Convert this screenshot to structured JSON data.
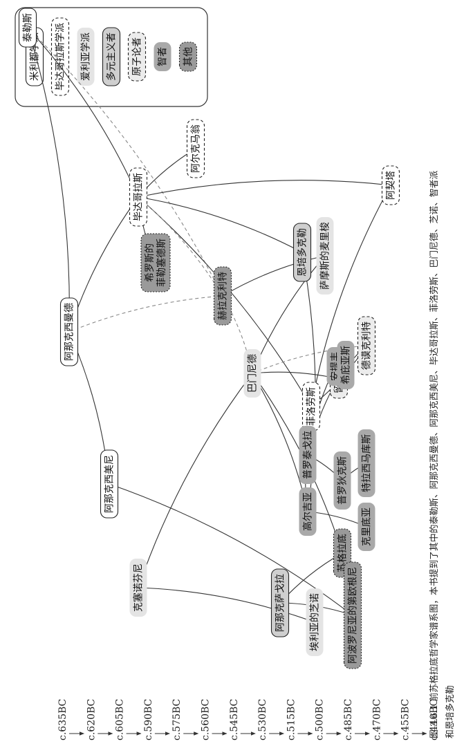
{
  "timeline": [
    "c.635BC",
    "c.620BC",
    "c.605BC",
    "c.590BC",
    "c.575BC",
    "c.560BC",
    "c.545BC",
    "c.530BC",
    "c.515BC",
    "c.500BC",
    "c.485BC",
    "c.470BC",
    "c.455BC",
    "c.440BC"
  ],
  "legend": [
    {
      "label": "米利都学派",
      "style": "milesian"
    },
    {
      "label": "毕达哥拉斯学派",
      "style": "pythagorean"
    },
    {
      "label": "爱利亚学派",
      "style": "eleatic"
    },
    {
      "label": "多元主义者",
      "style": "pluralist"
    },
    {
      "label": "原子论者",
      "style": "atomist"
    },
    {
      "label": "智者",
      "style": "sophist"
    },
    {
      "label": "其他",
      "style": "other"
    }
  ],
  "philosophers": [
    {
      "id": "thales",
      "label": "泰勒斯",
      "style": "milesian"
    },
    {
      "id": "anaximander",
      "label": "阿那克西曼德",
      "style": "milesian"
    },
    {
      "id": "anaximenes",
      "label": "阿那克西美尼",
      "style": "milesian"
    },
    {
      "id": "pythagoras",
      "label": "毕达哥拉斯",
      "style": "pythagorean"
    },
    {
      "id": "pherecydes",
      "label": "希罗斯的\n菲勒塞德斯",
      "style": "other"
    },
    {
      "id": "alcmaeon",
      "label": "阿尔克马翁",
      "style": "pythagorean"
    },
    {
      "id": "heraclitus",
      "label": "赫拉克利特",
      "style": "other"
    },
    {
      "id": "xenophanes",
      "label": "克塞诺芬尼",
      "style": "eleatic"
    },
    {
      "id": "parmenides",
      "label": "巴门尼德",
      "style": "eleatic"
    },
    {
      "id": "zeno",
      "label": "埃利亚的芝诺",
      "style": "eleatic"
    },
    {
      "id": "melissus",
      "label": "萨摩斯的麦里梭",
      "style": "eleatic"
    },
    {
      "id": "empedocles",
      "label": "恩培多克勒",
      "style": "pluralist"
    },
    {
      "id": "anaxagoras",
      "label": "阿那克萨戈拉",
      "style": "pluralist"
    },
    {
      "id": "philolaus",
      "label": "菲洛劳斯",
      "style": "pythagorean"
    },
    {
      "id": "archytas",
      "label": "阿契塔",
      "style": "pythagorean"
    },
    {
      "id": "leucippus",
      "label": "留基伯",
      "style": "atomist"
    },
    {
      "id": "democritus",
      "label": "德谟克利特",
      "style": "atomist"
    },
    {
      "id": "gorgias",
      "label": "高尔吉亚",
      "style": "sophist"
    },
    {
      "id": "protagoras",
      "label": "普罗泰戈拉",
      "style": "sophist"
    },
    {
      "id": "antiphon",
      "label": "安提丰",
      "style": "sophist"
    },
    {
      "id": "hippias",
      "label": "希庇亚斯",
      "style": "sophist"
    },
    {
      "id": "prodicus",
      "label": "普罗狄克斯",
      "style": "sophist"
    },
    {
      "id": "thrasymachus",
      "label": "特拉西马库斯",
      "style": "sophist"
    },
    {
      "id": "critias",
      "label": "克里底亚",
      "style": "sophist"
    },
    {
      "id": "socrates",
      "label": "苏格拉底",
      "style": "other"
    },
    {
      "id": "diogenes",
      "label": "阿波罗尼亚的第欧根尼",
      "style": "other"
    }
  ],
  "relations": [
    {
      "from": "thales",
      "to": "anaximander",
      "kind": "solid"
    },
    {
      "from": "thales",
      "to": "pythagoras",
      "kind": "solid"
    },
    {
      "from": "thales",
      "to": "heraclitus",
      "kind": "dashed"
    },
    {
      "from": "anaximander",
      "to": "anaximenes",
      "kind": "solid"
    },
    {
      "from": "anaximander",
      "to": "pythagoras",
      "kind": "solid"
    },
    {
      "from": "anaximander",
      "to": "heraclitus",
      "kind": "dashed"
    },
    {
      "from": "anaximenes",
      "to": "diogenes",
      "kind": "solid"
    },
    {
      "from": "pherecydes",
      "to": "pythagoras",
      "kind": "solid"
    },
    {
      "from": "pythagoras",
      "to": "alcmaeon",
      "kind": "solid"
    },
    {
      "from": "pythagoras",
      "to": "philolaus",
      "kind": "solid"
    },
    {
      "from": "pythagoras",
      "to": "archytas",
      "kind": "solid"
    },
    {
      "from": "pythagoras",
      "to": "empedocles",
      "kind": "solid"
    },
    {
      "from": "pythagoras",
      "to": "heraclitus",
      "kind": "dashed"
    },
    {
      "from": "xenophanes",
      "to": "parmenides",
      "kind": "solid"
    },
    {
      "from": "xenophanes",
      "to": "zeno",
      "kind": "solid"
    },
    {
      "from": "heraclitus",
      "to": "parmenides",
      "kind": "dashed"
    },
    {
      "from": "heraclitus",
      "to": "melissus",
      "kind": "solid"
    },
    {
      "from": "parmenides",
      "to": "melissus",
      "kind": "solid"
    },
    {
      "from": "parmenides",
      "to": "leucippus",
      "kind": "solid"
    },
    {
      "from": "parmenides",
      "to": "democritus",
      "kind": "dashed"
    },
    {
      "from": "parmenides",
      "to": "gorgias",
      "kind": "solid"
    },
    {
      "from": "parmenides",
      "to": "socrates",
      "kind": "solid"
    },
    {
      "from": "empedocles",
      "to": "gorgias",
      "kind": "solid"
    },
    {
      "from": "gorgias",
      "to": "protagoras",
      "kind": "solid"
    },
    {
      "from": "gorgias",
      "to": "critias",
      "kind": "solid"
    },
    {
      "from": "protagoras",
      "to": "antiphon",
      "kind": "solid"
    },
    {
      "from": "protagoras",
      "to": "hippias",
      "kind": "solid"
    },
    {
      "from": "protagoras",
      "to": "prodicus",
      "kind": "solid"
    },
    {
      "from": "prodicus",
      "to": "thrasymachus",
      "kind": "solid"
    },
    {
      "from": "leucippus",
      "to": "democritus",
      "kind": "solid"
    },
    {
      "from": "democritus",
      "to": "philolaus",
      "kind": "solid"
    },
    {
      "from": "philolaus",
      "to": "archytas",
      "kind": "solid"
    },
    {
      "from": "anaxagoras",
      "to": "socrates",
      "kind": "solid"
    },
    {
      "from": "anaxagoras",
      "to": "diogenes",
      "kind": "solid"
    }
  ],
  "caption": {
    "line1": "图 3.6.1   前苏格拉底哲学家谱系图，本书提到了其中的泰勒斯、阿那克西曼德、阿那克西美尼、毕达哥拉斯、菲洛劳斯、巴门尼德、芝诺、智者派",
    "line2": "和恩培多克勒"
  }
}
